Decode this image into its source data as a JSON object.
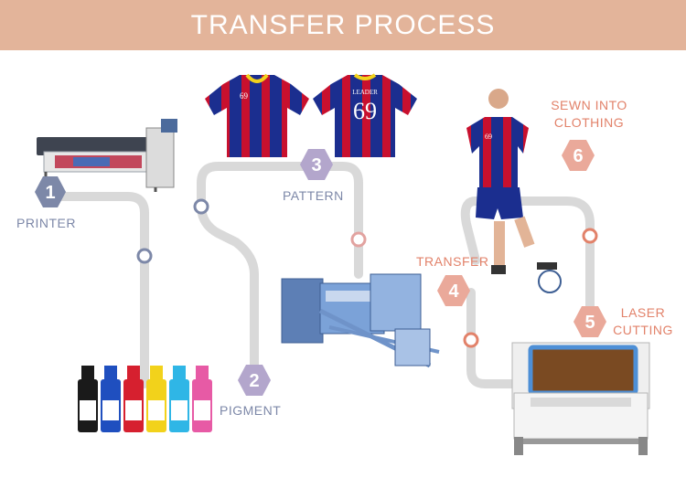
{
  "header": {
    "title": "TRANSFER PROCESS"
  },
  "steps": [
    {
      "number": "1",
      "label": "PRINTER"
    },
    {
      "number": "2",
      "label": "PIGMENT"
    },
    {
      "number": "3",
      "label": "PATTERN"
    },
    {
      "number": "4",
      "label": "TRANSFER"
    },
    {
      "number": "5",
      "label_line1": "LASER",
      "label_line2": "CUTTING"
    },
    {
      "number": "6",
      "label_line1": "SEWN INTO",
      "label_line2": "CLOTHING"
    }
  ],
  "jersey": {
    "number_front": "69",
    "number_back": "69",
    "name_back": "LEADER",
    "player_number": "69"
  },
  "colors": {
    "header_bg": "#e3b49a",
    "hex_blue": "#7d88a8",
    "hex_purple": "#b3a6cc",
    "hex_pink": "#eaa99a",
    "path_gray": "#d9d9d9",
    "text_blue": "#7d88a8",
    "text_pink": "#e2826a",
    "jersey_red": "#c8102e",
    "jersey_blue": "#1b2e8f"
  },
  "ink_bottles": [
    "#1a1a1a",
    "#1f4fbf",
    "#d6202f",
    "#f2d21b",
    "#2fb6e6",
    "#e75aa5"
  ]
}
